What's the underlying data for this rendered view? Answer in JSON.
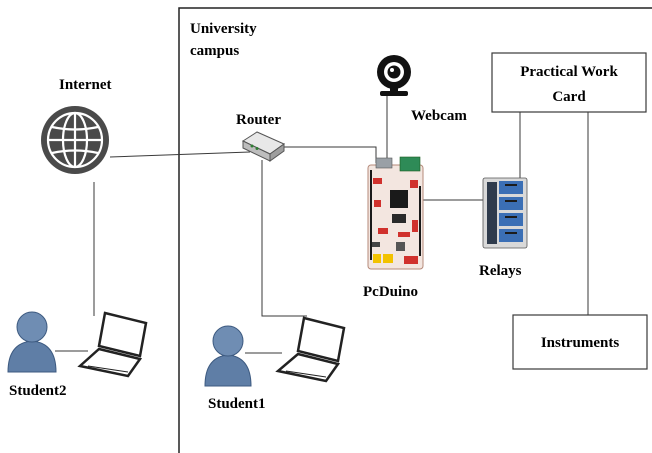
{
  "labels": {
    "campus_line1": "University",
    "campus_line2": "campus",
    "internet": "Internet",
    "router": "Router",
    "webcam": "Webcam",
    "practical_line1": "Practical Work",
    "practical_line2": "Card",
    "relays": "Relays",
    "pcduino": "PcDuino",
    "instruments": "Instruments",
    "student1": "Student1",
    "student2": "Student2"
  },
  "icons": {
    "globe": "globe-icon",
    "router": "router-icon",
    "webcam": "webcam-icon",
    "board": "pcduino-board",
    "relays": "relay-module",
    "student": "user-icon",
    "laptop": "laptop-icon"
  },
  "colors": {
    "globe_fill": "#4a4a4a",
    "user_fill": "#5f7ea6",
    "user_dark": "#3d5a80",
    "relay_fill": "#3b6fb5",
    "board_fill": "#f3e6e0",
    "board_red": "#d0312d"
  }
}
